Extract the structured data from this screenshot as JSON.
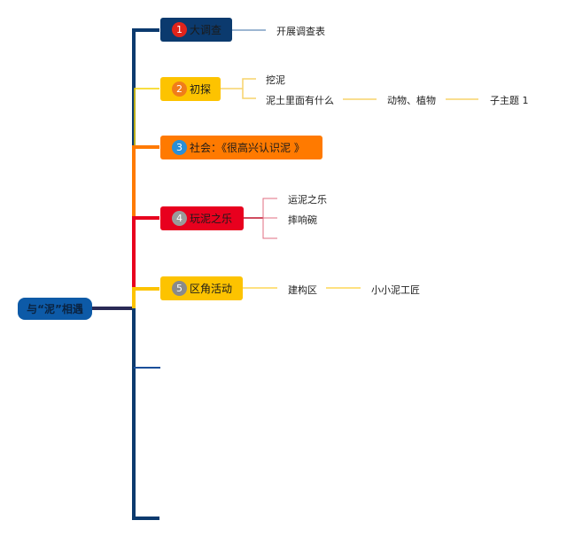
{
  "root": {
    "label": "与“泥”相遇",
    "color": "#0d5aa7"
  },
  "branches": [
    {
      "number": "1",
      "label": "大调查",
      "color": "#0b3a6e",
      "badge_color": "#e0241b",
      "children": [
        {
          "label": "开展调查表"
        }
      ]
    },
    {
      "number": "2",
      "label": "初探",
      "color": "#fdc300",
      "badge_color": "#f07c1a",
      "children": [
        {
          "label": "挖泥"
        },
        {
          "label": "泥土里面有什么",
          "children": [
            {
              "label": "动物、植物",
              "children": [
                {
                  "label": "子主题 1"
                }
              ]
            }
          ]
        }
      ]
    },
    {
      "number": "3",
      "label": "社会：《很高兴认识泥 》",
      "color": "#ff7a00",
      "badge_color": "#2a8fd6",
      "children": []
    },
    {
      "number": "4",
      "label": "玩泥之乐",
      "color": "#e8001e",
      "badge_color": "#9a9a9a",
      "children": [
        {
          "label": "运泥之乐"
        },
        {
          "label": "摔响碗"
        },
        {
          "label": ""
        }
      ]
    },
    {
      "number": "5",
      "label": "区角活动",
      "color": "#fdc300",
      "badge_color": "#8a8a8a",
      "children": [
        {
          "label": "建构区",
          "children": [
            {
              "label": "小小泥工匠"
            }
          ]
        }
      ]
    }
  ],
  "trunk_color": "#0b3a6e"
}
